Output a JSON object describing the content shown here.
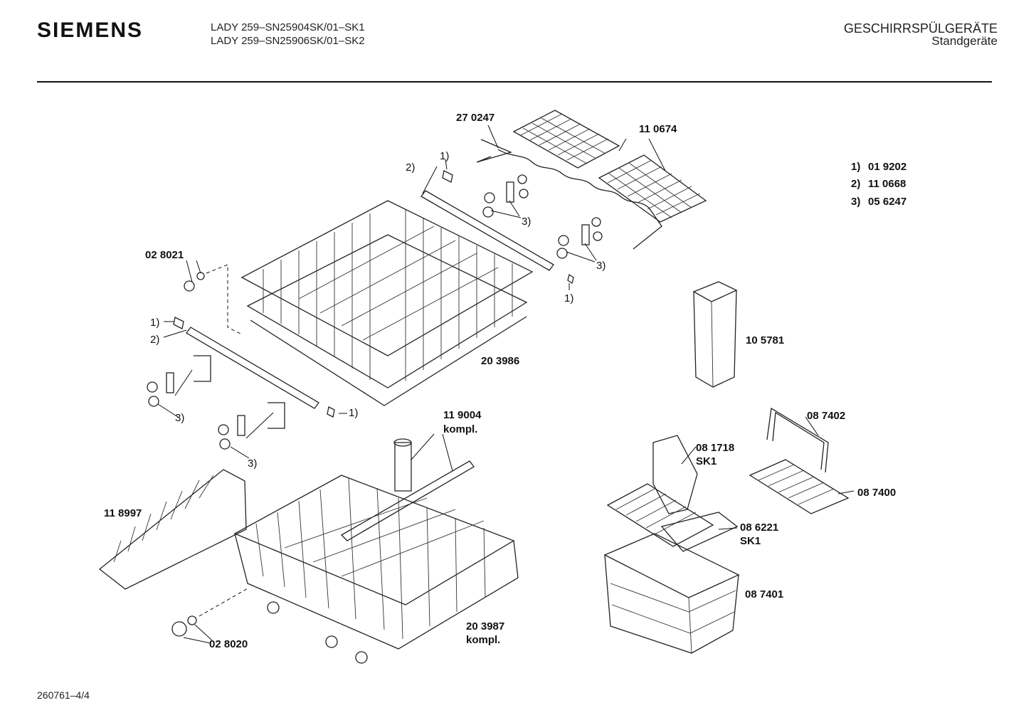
{
  "header": {
    "brand": "SIEMENS",
    "model_line_1": "LADY 259–SN25904SK/01–SK1",
    "model_line_2": "LADY 259–SN25906SK/01–SK2",
    "category": "GESCHIRRSPÜLGERÄTE",
    "subcategory": "Standgeräte"
  },
  "footer": {
    "code": "260761–4/4"
  },
  "legend": [
    {
      "key": "1)",
      "part": "01 9202"
    },
    {
      "key": "2)",
      "part": "11 0668"
    },
    {
      "key": "3)",
      "part": "05 6247"
    }
  ],
  "part_labels": {
    "p270247": "27 0247",
    "p110674": "11 0674",
    "p028021": "02 8021",
    "p203986": "20 3986",
    "p105781": "10 5781",
    "p119004a": "11 9004",
    "p119004b": "kompl.",
    "p087402": "08 7402",
    "p081718a": "08 1718",
    "p081718b": "SK1",
    "p087400": "08 7400",
    "p118997": "11 8997",
    "p086221a": "08 6221",
    "p086221b": "SK1",
    "p087401": "08 7401",
    "p203987a": "20 3987",
    "p203987b": "kompl.",
    "p028020": "02 8020"
  },
  "callouts": {
    "c1a": "1)",
    "c2a": "2)",
    "c3a": "3)",
    "c3b": "3)",
    "c1b": "1)",
    "c1c": "1)",
    "c2c": "2)",
    "c3c": "3)",
    "c1d": "1)",
    "c3d": "3)"
  }
}
